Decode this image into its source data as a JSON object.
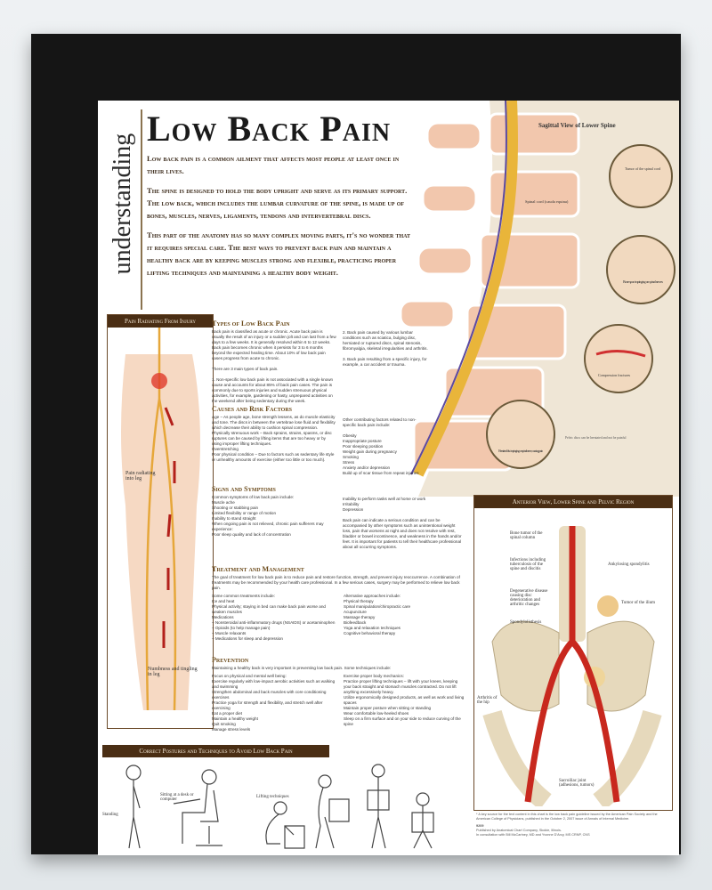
{
  "poster": {
    "kicker": "understanding",
    "title": "Low Back Pain",
    "intro": [
      "Low back pain is a common ailment that affects most people at least once in their lives.",
      "The spine is designed to hold the body upright and serve as its primary support. The low back, which includes the lumbar curvature of the spine, is made up of bones, muscles, nerves, ligaments, tendons and intervertebral discs.",
      "This part of the anatomy has so many complex moving parts, it's no wonder that it requires special care. The best ways to prevent back pain and maintain a healthy back are by keeping muscles strong and flexible, practicing proper lifting techniques and maintaining a healthy body weight."
    ],
    "left_panel": {
      "title": "Pain Radiating From Injury",
      "label1": "Pain radiating into leg",
      "label2": "Numbness and tingling in leg"
    },
    "sections": {
      "types": {
        "title": "Types of Low Back Pain",
        "body": "Back pain is classified as acute or chronic. Acute back pain is usually the result of an injury or a sudden jolt and can last from a few days to a few weeks. It is generally resolved within 6 to 12 weeks. Back pain becomes chronic when it persists for 3 to 6 months beyond the expected healing time. About 10% of low back pain cases progress from acute to chronic.",
        "count": "There are 3 main types of back pain.",
        "items": [
          "1. Non-specific low back pain is not associated with a single known cause and accounts for about 85% of back pain cases. The pain is commonly due to sports injuries and sudden strenuous physical activities, for example, gardening or hasty, unprepared activities on the weekend after being sedentary during the week.",
          "2. Back pain caused by various lumbar conditions such as sciatica, bulging disc, herniated or ruptured discs, spinal stenosis, fibromyalgia, skeletal irregularities and arthritis.",
          "3. Back pain resulting from a specific injury, for example, a car accident or trauma."
        ]
      },
      "causes": {
        "title": "Causes and Risk Factors",
        "items": [
          "Age – As people age, bone strength lessens, as do muscle elasticity and tone. The discs in between the vertebrae lose fluid and flexibility which decrease their ability to cushion spinal compression.",
          "Physically strenuous work – Back sprains, strains, spasms, or disc ruptures can be caused by lifting items that are too heavy or by using improper lifting techniques.",
          "Overstretching",
          "Poor physical condition – Due to factors such as sedentary life style or unhealthy amounts of exercise (either too little or too much)."
        ],
        "other_intro": "Other contributing factors related to non-specific back pain include:",
        "other": [
          "Obesity",
          "Inappropriate posture",
          "Poor sleeping position",
          "Weight gain during pregnancy",
          "Smoking",
          "Stress",
          "Anxiety and/or depression",
          "Build up of scar tissue from repeat injuries"
        ]
      },
      "signs": {
        "title": "Signs and Symptoms",
        "intro": "Common symptoms of low back pain include:",
        "items": [
          "Muscle ache",
          "Shooting or stabbing pain",
          "Limited flexibility or range of motion",
          "Inability to stand straight"
        ],
        "chronic": "When ongoing pain is not relieved, chronic pain sufferers may experience:",
        "chronic_items": [
          "Poor sleep quality and lack of concentration",
          "Inability to perform tasks well at home or work",
          "Irritability",
          "Depression"
        ],
        "warning": "Back pain can indicate a serious condition and can be accompanied by other symptoms such as unintentional weight loss, pain that worsens at night and does not resolve with rest, bladder or bowel incontinence, and weakness in the hands and/or feet. It is important for patients to tell their healthcare professional about all occurring symptoms."
      },
      "treatment": {
        "title": "Treatment and Management",
        "body": "The goal of treatment for low back pain is to reduce pain and restore function, strength, and prevent injury reoccurrence. A combination of treatments may be recommended by your health care professional. In a few serious cases, surgery may be performed to relieve low back pain.",
        "common_intro": "Some common treatments include:",
        "common": [
          "Ice and heat",
          "Physical activity; staying in bed can make back pain worse and weaken muscles",
          "Medications",
          "– Nonsteroidal anti-inflammatory drugs (NSAIDS) or acetaminophen",
          "– Opioids (to help manage pain)",
          "– Muscle relaxants",
          "– Medications for sleep and depression"
        ],
        "alt_intro": "Alternative approaches include:",
        "alt": [
          "Physical therapy",
          "Spinal manipulation/chiropractic care",
          "Acupuncture",
          "Massage therapy",
          "Biofeedback",
          "Yoga and relaxation techniques",
          "Cognitive behavioral therapy"
        ]
      },
      "prevention": {
        "title": "Prevention",
        "body": "Maintaining a healthy back is very important in preventing low back pain. Some techniques include:",
        "left_intro": "Focus on physical and mental well being:",
        "left": [
          "Exercise regularly with low-impact aerobic activities such as walking and swimming",
          "Strengthen abdominal and back muscles with core conditioning exercises",
          "Practice yoga for strength and flexibility, and stretch well after exercising",
          "Eat a proper diet",
          "Maintain a healthy weight",
          "Quit smoking",
          "Manage stress levels"
        ],
        "right_intro": "Exercise proper body mechanics:",
        "right": [
          "Practice proper lifting techniques – lift with your knees, keeping your back straight and stomach muscles contracted. Do not lift anything excessively heavy.",
          "Utilize ergonomically designed products, as well as work and living spaces",
          "Maintain proper posture when sitting or standing",
          "Wear comfortable low-heeled shoes",
          "Sleep on a firm surface and on your side to reduce curving of the spine"
        ]
      }
    },
    "sagittal": {
      "title": "Sagittal View of Lower Spine",
      "labels": [
        "Spinal cord (cauda equina)",
        "Tumor of the spinal cord",
        "Bone spur impinging on spinal nerves",
        "Compression fractures",
        "Herniated disc impinging on spinal nerve, causing pain",
        "Pelvic discs can be herniated and not be painful"
      ]
    },
    "anterior": {
      "title": "Anterior View, Lower Spine and Pelvic Region",
      "labels": [
        "Bone tumor of the spinal column",
        "Infections including tuberculosis of the spine and discitis",
        "Degenerative disease causing disc deterioration and arthritic changes",
        "Spondylolisthesis",
        "Ankylosing spondylitis",
        "Tumor of the ilium",
        "Arthritis of the hip",
        "Sacroiliac joint (adhesions, tumors)"
      ]
    },
    "postures": {
      "title": "Correct Postures and Techniques to Avoid Low Back Pain",
      "labels": [
        "Standing",
        "Sitting at a desk or computer",
        "Lifting techniques"
      ]
    },
    "footer": {
      "note": "* A key source for the text content in this chart is the low back pain guideline issued by the American Pain Society and the American College of Physicians, published in the October 2, 2007 issue of Annals of Internal Medicine.",
      "code": "9209",
      "publisher": "Published by Anatomical Chart Company, Skokie, Illinois.",
      "consult": "In consultation with Bill McCartney, MD and Yvonne D'Arcy, MS CRNP, CNS"
    }
  }
}
